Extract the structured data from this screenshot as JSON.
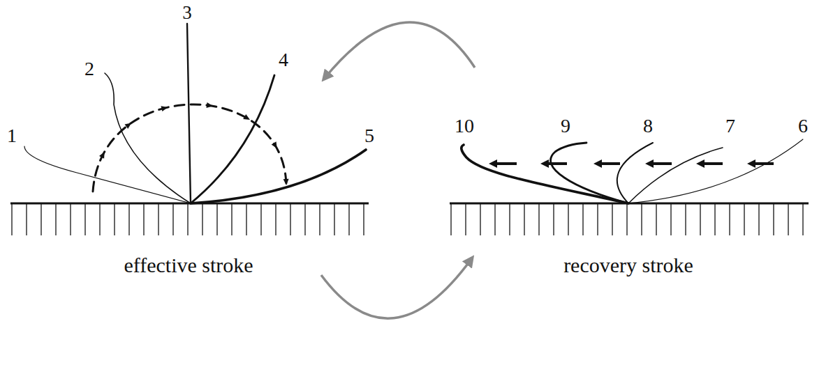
{
  "diagram": {
    "labels": [
      "1",
      "2",
      "3",
      "4",
      "5",
      "6",
      "7",
      "8",
      "9",
      "10",
      "effective stroke",
      "recovery stroke"
    ]
  }
}
